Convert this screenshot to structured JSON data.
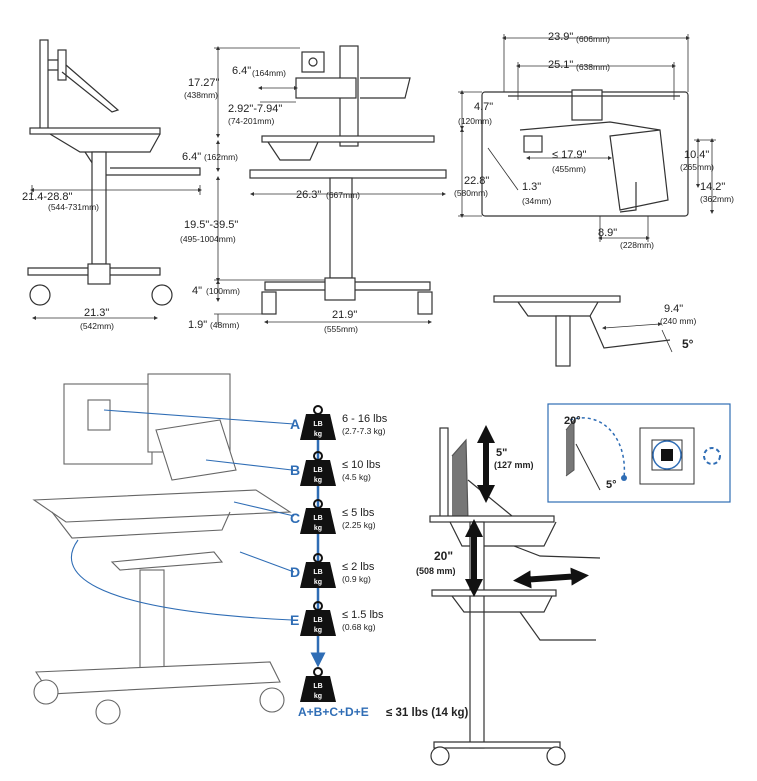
{
  "dims": {
    "side_depth": {
      "in": "21.4-28.8\"",
      "mm": "(544-731mm)"
    },
    "side_base": {
      "in": "21.3\"",
      "mm": "(542mm)"
    },
    "monitor_h": {
      "in": "17.27\"",
      "mm": "(438mm)"
    },
    "monitor_w": {
      "in": "6.4\"",
      "mm": "(164mm)"
    },
    "monitor_adj": {
      "in": "2.92\"-7.94\"",
      "mm": "(74-201mm)"
    },
    "kb_drop": {
      "in": "6.4\"",
      "mm": "(162mm)"
    },
    "work_w": {
      "in": "26.3\"",
      "mm": "(667mm)"
    },
    "height_range": {
      "in": "19.5\"-39.5\"",
      "mm": "(495-1004mm)"
    },
    "base_h": {
      "in": "4\"",
      "mm": "(100mm)"
    },
    "caster_h": {
      "in": "1.9\"",
      "mm": "(48mm)"
    },
    "base_w": {
      "in": "21.9\"",
      "mm": "(555mm)"
    },
    "top_w": {
      "in": "23.9\"",
      "mm": "(606mm)"
    },
    "top_w2": {
      "in": "25.1\"",
      "mm": "(638mm)"
    },
    "top_offset": {
      "in": "4.7\"",
      "mm": "(120mm)"
    },
    "top_depth": {
      "in": "22.8\"",
      "mm": "(580mm)"
    },
    "top_small": {
      "in": "1.3\"",
      "mm": "(34mm)"
    },
    "top_kb": {
      "in": "≤ 17.9\"",
      "mm": "(455mm)"
    },
    "top_r1": {
      "in": "10.4\"",
      "mm": "(265mm)"
    },
    "top_r2": {
      "in": "14.2\"",
      "mm": "(362mm)"
    },
    "top_bottom": {
      "in": "8.9\"",
      "mm": "(228mm)"
    },
    "tray_ext": {
      "in": "9.4\"",
      "mm": "(240 mm)"
    },
    "tray_tilt": "5°",
    "lift_small": {
      "in": "5\"",
      "mm": "(127 mm)"
    },
    "lift_big": {
      "in": "20\"",
      "mm": "(508 mm)"
    },
    "inset_angle_top": "20°",
    "inset_angle_bottom": "5°"
  },
  "weights": [
    {
      "letter": "A",
      "lbs": "6 - 16 lbs",
      "kg": "(2.7-7.3 kg)"
    },
    {
      "letter": "B",
      "lbs": "≤ 10 lbs",
      "kg": "(4.5 kg)"
    },
    {
      "letter": "C",
      "lbs": "≤ 5 lbs",
      "kg": "(2.25 kg)"
    },
    {
      "letter": "D",
      "lbs": "≤ 2 lbs",
      "kg": "(0.9 kg)"
    },
    {
      "letter": "E",
      "lbs": "≤ 1.5 lbs",
      "kg": "(0.68 kg)"
    }
  ],
  "weight_icon": {
    "lb": "LB",
    "kg": "kg"
  },
  "total": {
    "formula": "A+B+C+D+E",
    "value": "≤ 31 lbs (14 kg)"
  },
  "colors": {
    "accent": "#2f6db5",
    "weight": "#111111",
    "line": "#333333"
  }
}
